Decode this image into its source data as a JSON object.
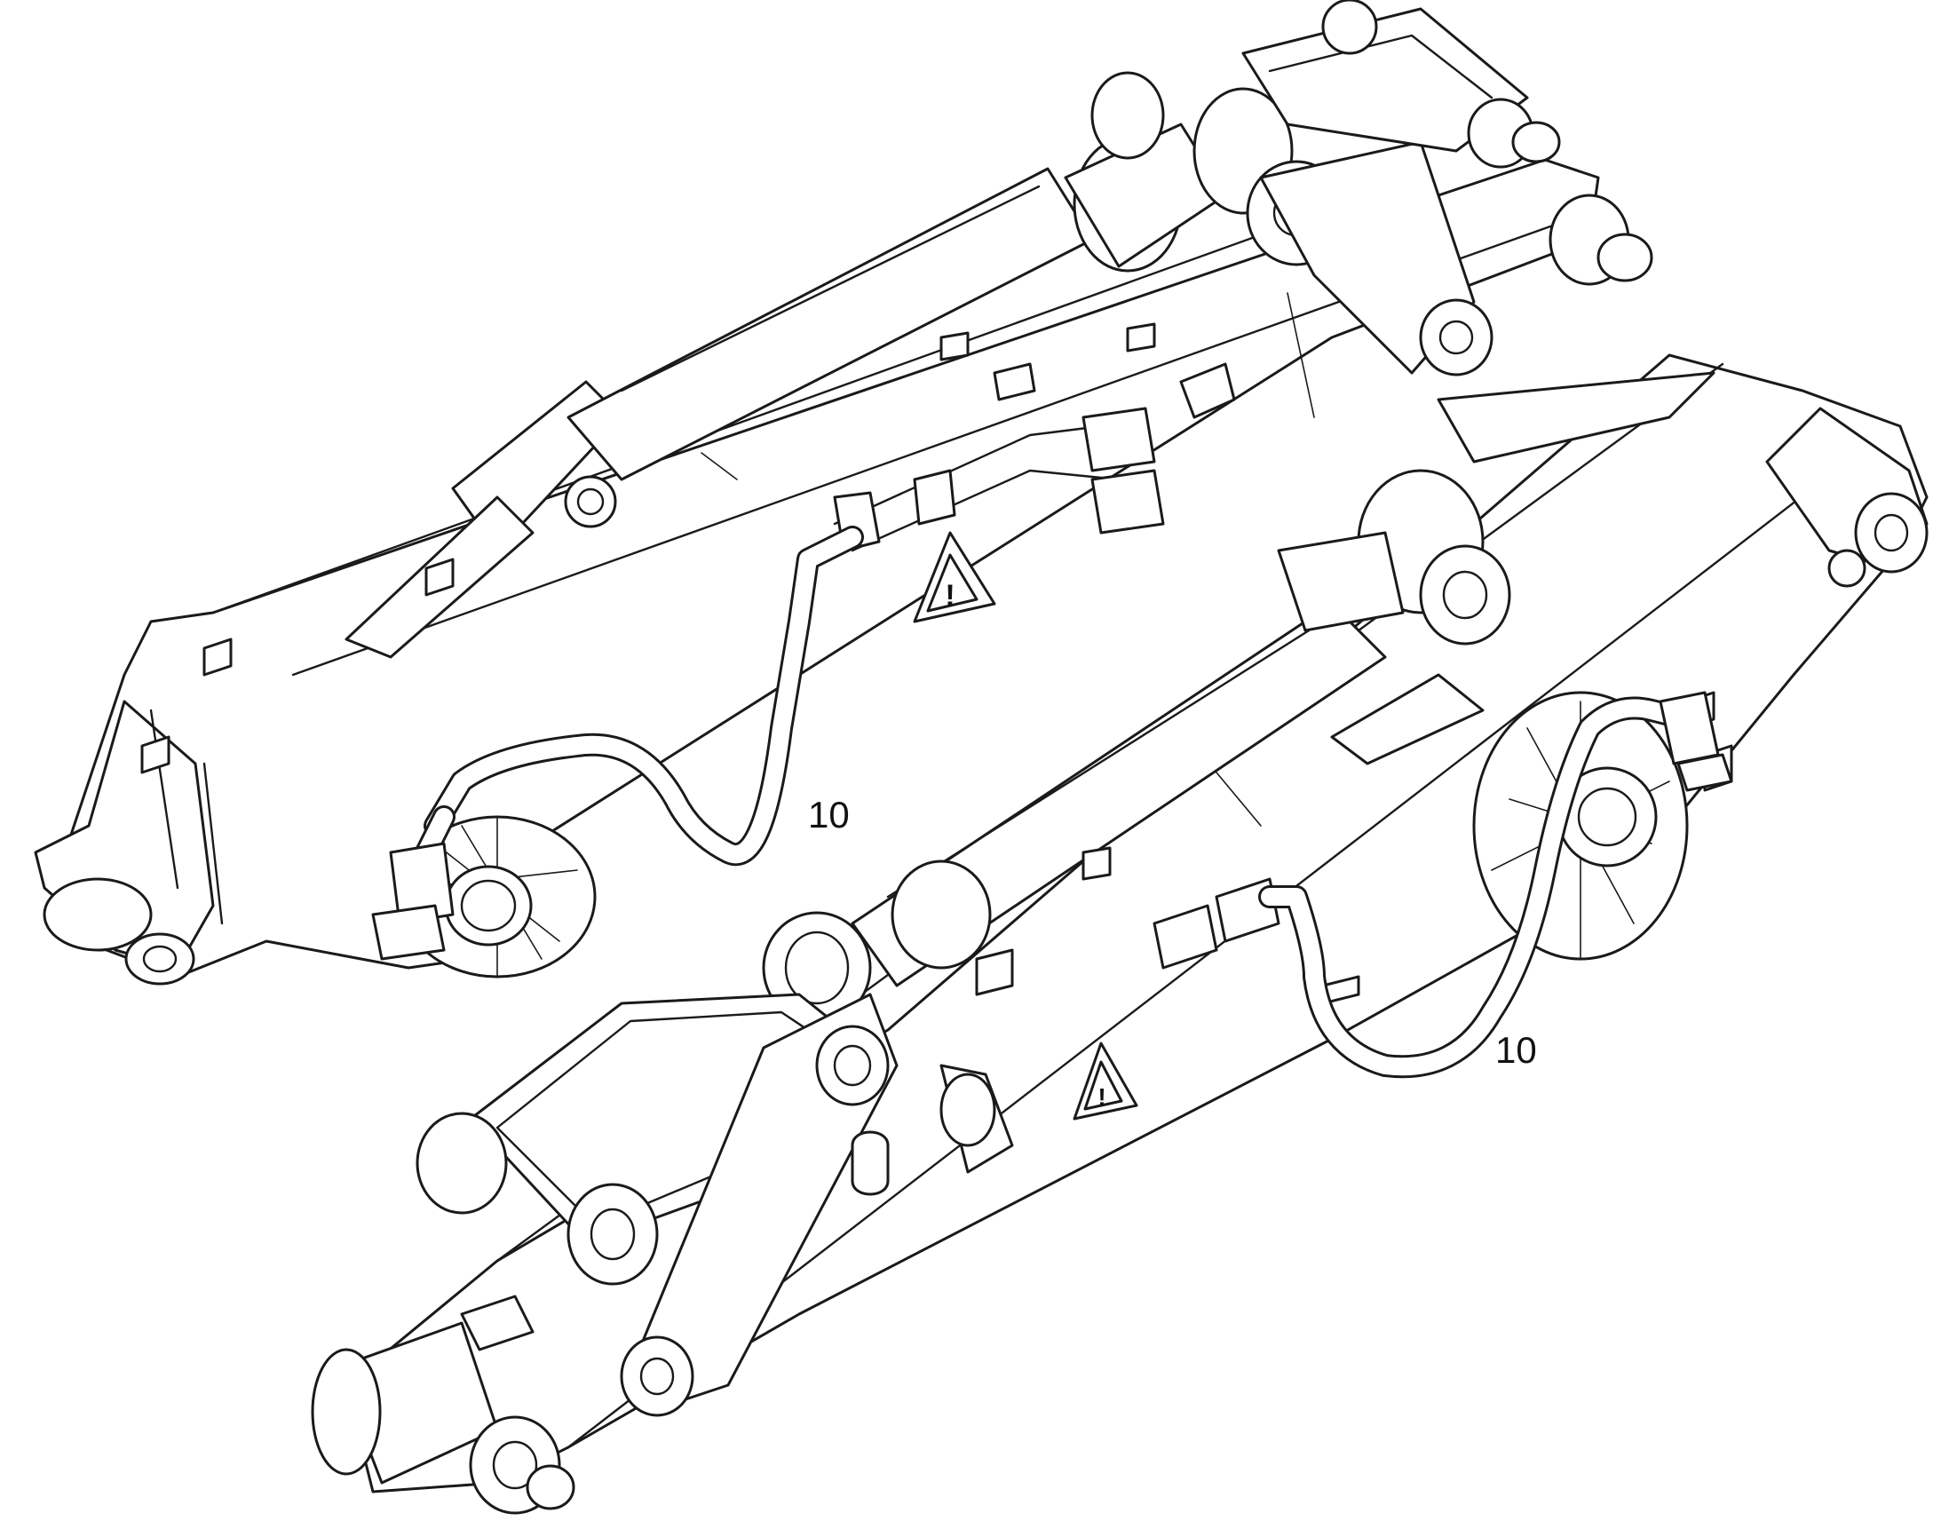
{
  "diagram": {
    "callouts": [
      {
        "id": "upper-boom-hose",
        "text": "10"
      },
      {
        "id": "lower-boom-hose",
        "text": "10"
      }
    ],
    "warning_symbol": "!",
    "icons": [
      "warning-triangle-icon",
      "warning-triangle-icon"
    ],
    "colors": {
      "line": "#1a1a1a",
      "background": "#ffffff"
    }
  }
}
